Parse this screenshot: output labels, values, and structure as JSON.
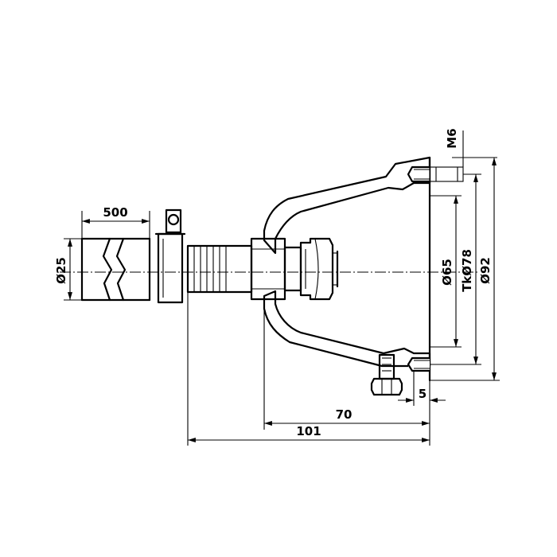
{
  "drawing": {
    "dimensions": {
      "thread": "M6",
      "hose_length": "500",
      "hose_diameter": "Ø25",
      "inner_diameter": "Ø65",
      "bolt_circle": "TkØ78",
      "flange_diameter": "Ø92",
      "offset": "5",
      "body_length": "70",
      "overall_length": "101"
    }
  }
}
